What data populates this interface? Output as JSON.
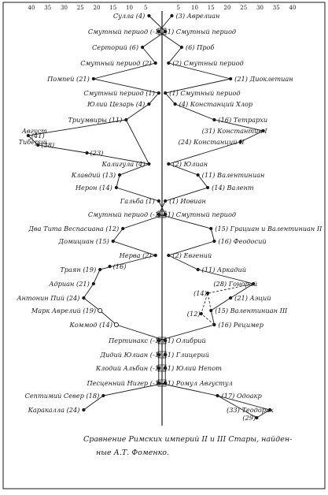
{
  "scale_ticks": [
    "40",
    "35",
    "30",
    "25",
    "20",
    "15",
    "10",
    "5",
    "5",
    "10",
    "15",
    "20",
    "25",
    "30",
    "35",
    "40"
  ],
  "left_rows": [
    {
      "label": "Сулла (4)",
      "value": 4,
      "dot": "filled"
    },
    {
      "label": "Смутный период (-1)",
      "value": -1,
      "dot": "filled"
    },
    {
      "label": "Серторий (6)",
      "value": 6,
      "dot": "filled"
    },
    {
      "label": "Смутный период (2)",
      "value": 2,
      "dot": "filled"
    },
    {
      "label": "Помпей (21)",
      "value": 21,
      "dot": "filled"
    },
    {
      "label": "Смутный период (1)",
      "value": 1,
      "dot": "filled"
    },
    {
      "label": "Юлий Цезарь (4)",
      "value": 4,
      "dot": "filled"
    },
    {
      "label": "Триумвиры (11)",
      "value": 11,
      "dot": "filled"
    },
    {
      "label": "Август",
      "value": null,
      "dot": "none"
    },
    {
      "label": "Тиберий",
      "value": null,
      "dot": "none"
    },
    {
      "label": "Калигула (4)",
      "value": 4,
      "dot": "filled"
    },
    {
      "label": "Клавдий (13)",
      "value": 13,
      "dot": "filled"
    },
    {
      "label": "Нерон (14)",
      "value": 14,
      "dot": "filled"
    },
    {
      "label": "Гальба (1)",
      "value": 1,
      "dot": "filled"
    },
    {
      "label": "Смутный период (-1)",
      "value": -1,
      "dot": "filled"
    },
    {
      "label": "Два Тита Веспасиана (12)",
      "value": 12,
      "dot": "filled"
    },
    {
      "label": "Домициан (15)",
      "value": 15,
      "dot": "filled"
    },
    {
      "label": "Нерва (2)",
      "value": 2,
      "dot": "filled"
    },
    {
      "label": "Траян (19)",
      "value": 19,
      "dot": "filled"
    },
    {
      "label": "Адриан (21)",
      "value": 21,
      "dot": "filled"
    },
    {
      "label": "Антонин Пий (24)",
      "value": 24,
      "dot": "filled"
    },
    {
      "label": "Марк Аврелий (19)",
      "value": 19,
      "dot": "open"
    },
    {
      "label": "Коммод (14)",
      "value": 14,
      "dot": "open"
    },
    {
      "label": "Пертинакс (-1)",
      "value": -1,
      "dot": "filled"
    },
    {
      "label": "Дидий Юлиан (-1)",
      "value": -1,
      "dot": "filled"
    },
    {
      "label": "Клодий Альбин (-1)",
      "value": -1,
      "dot": "filled"
    },
    {
      "label": "Песценний Нигер (-1)",
      "value": -1,
      "dot": "filled"
    },
    {
      "label": "Септимий Север (18)",
      "value": 18,
      "dot": "filled"
    },
    {
      "label": "Каракалла (24)",
      "value": 24,
      "dot": "filled"
    }
  ],
  "left_extra": [
    {
      "label": "(41)",
      "value": 41
    },
    {
      "label": "(38)",
      "value": 38
    },
    {
      "label": "(23)",
      "value": 23
    },
    {
      "label": "(16)",
      "value": 16
    }
  ],
  "right_rows": [
    {
      "label": "(3) Аврелиан",
      "value": 3
    },
    {
      "label": "(-1) Смутный период",
      "value": -1
    },
    {
      "label": "(6) Проб",
      "value": 6
    },
    {
      "label": "(2) Смутный период",
      "value": 2
    },
    {
      "label": "(21) Диоклетиан",
      "value": 21
    },
    {
      "label": "(1) Смутный период",
      "value": 1
    },
    {
      "label": "(4) Констанций Хлор",
      "value": 4
    },
    {
      "label": "(16) Тетрархи",
      "value": 16
    },
    {
      "label": "(31) Константин I",
      "value": 31
    },
    {
      "label": "(24) Констанций II",
      "value": 24
    },
    {
      "label": "(2) Юлиан",
      "value": 2
    },
    {
      "label": "(11) Валентиниан",
      "value": 11
    },
    {
      "label": "(14) Валент",
      "value": 14
    },
    {
      "label": "(1) Иовиан",
      "value": 1
    },
    {
      "label": "(-1) Смутный период",
      "value": -1
    },
    {
      "label": "(15) Грациан и Валентиниан II",
      "value": 15
    },
    {
      "label": "(16) Феодосий",
      "value": 16
    },
    {
      "label": "(2) Евгений",
      "value": 2
    },
    {
      "label": "(11) Аркадий",
      "value": 11
    },
    {
      "label": "(28) Гонорий",
      "value": 28
    },
    {
      "label": "(21) Аэций",
      "value": 21
    },
    {
      "label": "(15) Валентиниан III",
      "value": 15
    },
    {
      "label": "(16) Рецимер",
      "value": 16
    },
    {
      "label": "(-1) Олибрий",
      "value": -1
    },
    {
      "label": "(-1) Глицерий",
      "value": -1
    },
    {
      "label": "(-1) Юлий Непот",
      "value": -1
    },
    {
      "label": "(-1) Ромул Августул",
      "value": -1
    },
    {
      "label": "(17) Одоакр",
      "value": 17
    },
    {
      "label": "(33) Теодорих",
      "value": 33
    }
  ],
  "right_extra": [
    {
      "label": "(14)",
      "value": 14
    },
    {
      "label": "(12)",
      "value": 12
    },
    {
      "label": "(29)",
      "value": 29
    }
  ],
  "caption": {
    "line1": "Сравнение Римских империй II и III  Стары, найден-",
    "line2": "ные  А.Т. Фоменко."
  }
}
